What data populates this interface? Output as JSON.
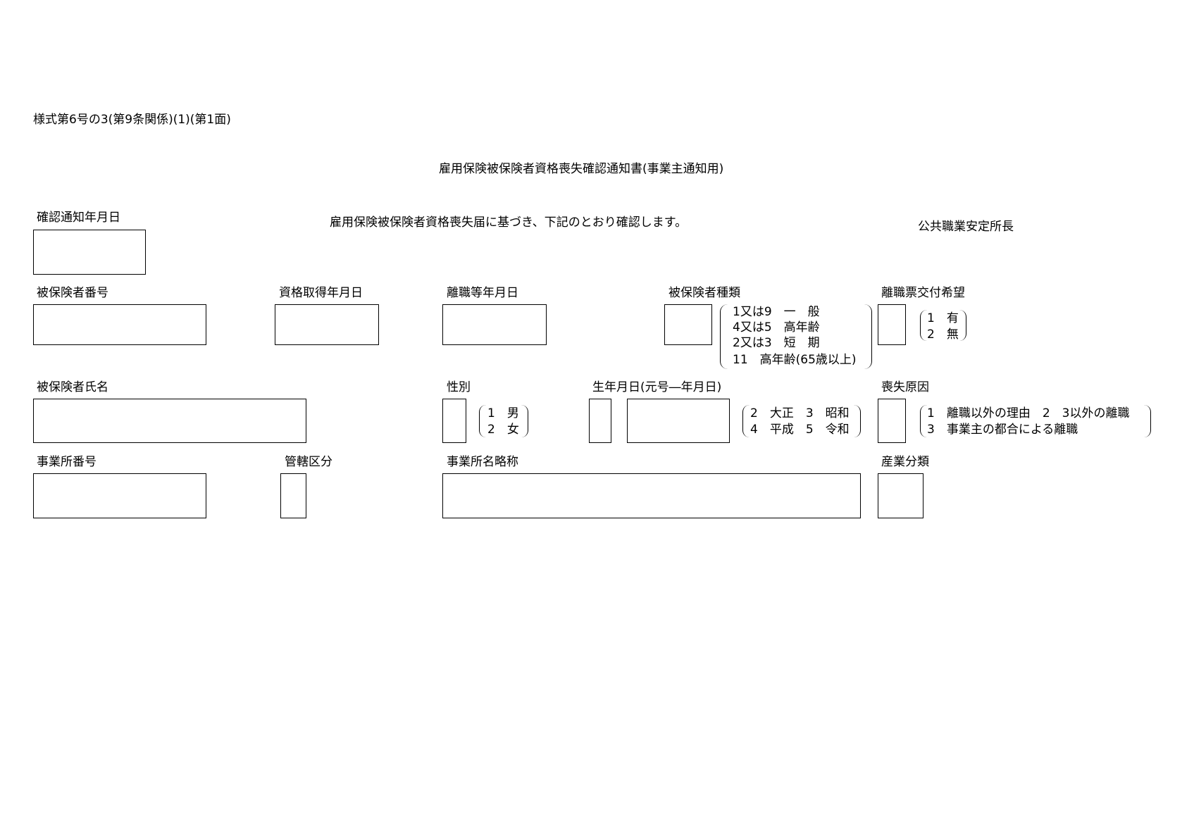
{
  "form_code": "様式第6号の3(第9条関係)(1)(第1面)",
  "title": "雇用保険被保険者資格喪失確認通知書(事業主通知用)",
  "confirm_date_label": "確認通知年月日",
  "statement": "雇用保険被保険者資格喪失届に基づき、下記のとおり確認します。",
  "office_head": "公共職業安定所長",
  "fields": {
    "insured_number": "被保険者番号",
    "acquisition_date": "資格取得年月日",
    "separation_date": "離職等年月日",
    "insured_type": "被保険者種類",
    "separation_slip": "離職票交付希望",
    "insured_name": "被保険者氏名",
    "sex": "性別",
    "birth_date": "生年月日(元号―年月日)",
    "loss_reason": "喪失原因",
    "office_number": "事業所番号",
    "jurisdiction": "管轄区分",
    "office_name_abbr": "事業所名略称",
    "industry": "産業分類"
  },
  "insured_type_options": [
    "1又は9　一　般",
    "4又は5　高年齢",
    "2又は3　短　期",
    "11　高年齢(65歳以上)"
  ],
  "separation_slip_options": [
    "1　有",
    "2　無"
  ],
  "sex_options": [
    "1　男",
    "2　女"
  ],
  "era_options": [
    "2　大正　3　昭和",
    "4　平成　5　令和"
  ],
  "loss_reason_options": [
    "1　離職以外の理由　2　3以外の離職",
    "3　事業主の都合による離職"
  ]
}
